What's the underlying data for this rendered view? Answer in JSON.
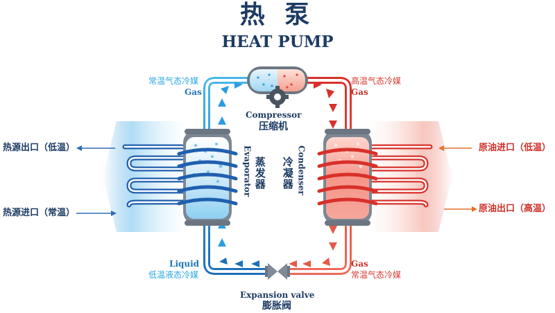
{
  "header": {
    "title_cn": "热 泵",
    "title_en": "HEAT PUMP"
  },
  "compressor": {
    "label_en": "Compressor",
    "label_cn": "压缩机"
  },
  "expansion_valve": {
    "label_en": "Expansion valve",
    "label_cn": "膨胀阀"
  },
  "evaporator": {
    "label_cn": "蒸发器",
    "label_en": "Evaporator"
  },
  "condenser": {
    "label_cn": "冷凝器",
    "label_en": "Condenser"
  },
  "refrigerant_states": {
    "top_left_cn": "常温气态冷媒",
    "top_left_en": "Gas",
    "top_right_cn": "高温气态冷媒",
    "top_right_en": "Gas",
    "bottom_left_en": "Liquid",
    "bottom_left_cn": "低温液态冷媒",
    "bottom_right_en": "Gas",
    "bottom_right_cn": "常温气态冷媒"
  },
  "heat_source": {
    "outlet_label": "热源出口（低温）",
    "inlet_label": "热源进口（常温）"
  },
  "oil": {
    "inlet_label": "原油进口（低温）",
    "outlet_label": "原油出口（高温）"
  },
  "colors": {
    "cold": "#2b9de0",
    "hot": "#e0423a",
    "navy": "#1d3b63"
  }
}
